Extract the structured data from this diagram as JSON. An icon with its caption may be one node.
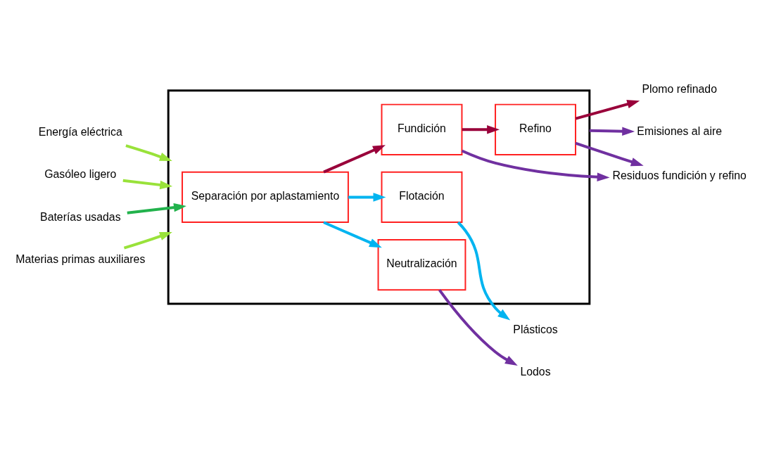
{
  "diagram": {
    "nodes": [
      {
        "text": [],
        "shape": "box"
      },
      {
        "text": [
          "Flotación"
        ],
        "in": 0
      },
      {
        "text": [
          "Separación por aplastamiento"
        ],
        "in": 0
      },
      {
        "text": [
          "Neutralización"
        ],
        "in": 0
      },
      {
        "text": [
          "Fundición"
        ],
        "in": 0
      },
      {
        "text": [
          "Refino"
        ],
        "in": 0
      },
      {
        "text": [
          "Plásticos"
        ]
      },
      {
        "text": [
          "Emisiones al aire"
        ]
      },
      {
        "text": [
          "Energía eléctrica"
        ]
      },
      {
        "text": [
          "Gasóleo ligero"
        ]
      },
      {
        "text": [
          "Baterías usadas"
        ]
      },
      {
        "text": [
          "Materias primas auxiliares"
        ]
      },
      {
        "text": [
          "Plomo refinado"
        ]
      },
      {
        "text": [
          "Lodos"
        ]
      },
      {
        "text": [
          "Residuos fundición y refino"
        ]
      }
    ],
    "edges": [
      {
        "from": 8,
        "to": 0,
        "arrow": "to",
        "color": "#99e23a"
      },
      {
        "from": 9,
        "to": 0,
        "arrow": "to",
        "color": "#99e23a"
      },
      {
        "from": 10,
        "to": 2,
        "arrow": "to",
        "color": "#22b24c"
      },
      {
        "from": 11,
        "to": 0,
        "arrow": "to",
        "color": "#99e23a"
      },
      {
        "from": 2,
        "to": 1,
        "arrow": "to",
        "color": "#00b4f0"
      },
      {
        "from": 1,
        "to": 6,
        "arrow": "to",
        "color": "#00b4f0"
      },
      {
        "from": 2,
        "to": 3,
        "arrow": "to",
        "color": "#00b4f0"
      },
      {
        "from": 3,
        "to": 13,
        "arrow": "to",
        "color": "#7030a0"
      },
      {
        "from": 2,
        "to": 4,
        "arrow": "to",
        "color": "#99003a"
      },
      {
        "from": 4,
        "to": 5,
        "arrow": "to",
        "color": "#99003a"
      },
      {
        "from": 5,
        "to": 12,
        "arrow": "to",
        "color": "#99003a"
      },
      {
        "from": 4,
        "to": 14,
        "arrow": "to",
        "color": "#7030a0"
      },
      {
        "from": 5,
        "to": 14,
        "arrow": "to",
        "color": "#7030a0"
      },
      {
        "from": 0,
        "to": 7,
        "arrow": "to",
        "color": "#7030a0"
      }
    ]
  }
}
